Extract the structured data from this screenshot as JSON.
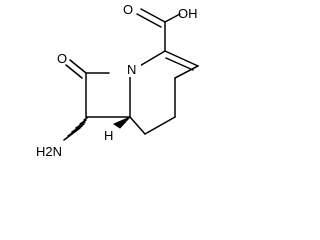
{
  "molecule": {
    "atoms": {
      "o_carbonyl_acid": "O",
      "oh_acid": "OH",
      "o_lactam": "O",
      "n_ring": "N",
      "nh2": "H2N",
      "h_stereo": "H"
    },
    "colors": {
      "ink": "#000000",
      "background": "#ffffff"
    }
  }
}
